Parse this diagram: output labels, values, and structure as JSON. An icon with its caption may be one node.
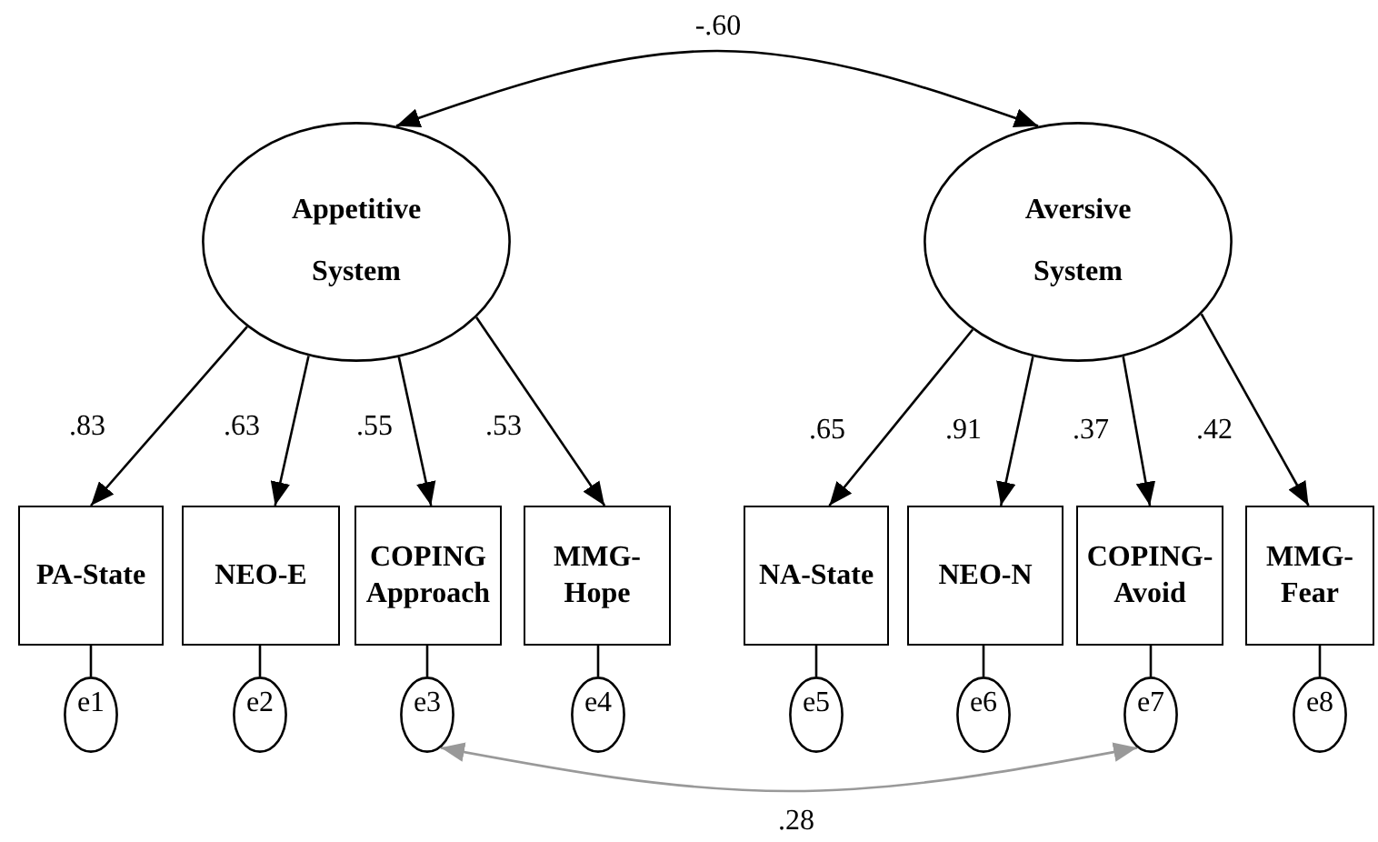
{
  "diagram": {
    "nodes": [
      {
        "text": [
          "Appetitive System"
        ]
      },
      {
        "text": [
          "Aversive System"
        ]
      },
      {
        "text": [
          "PA-State"
        ]
      },
      {
        "text": [
          "NEO-E"
        ]
      },
      {
        "text": [
          "COPING Approach"
        ]
      },
      {
        "text": [
          "MMG-Hope"
        ]
      },
      {
        "text": [
          "NA-State"
        ]
      },
      {
        "text": [
          "NEO-N"
        ]
      },
      {
        "text": [
          "COPING-Avoid"
        ]
      },
      {
        "text": [
          "MMG-Fear"
        ]
      },
      {
        "text": [
          "e1"
        ]
      },
      {
        "text": [
          "e2"
        ]
      },
      {
        "text": [
          "e3"
        ]
      },
      {
        "text": [
          "e4"
        ]
      },
      {
        "text": [
          "e5"
        ]
      },
      {
        "text": [
          "e6"
        ]
      },
      {
        "text": [
          "e7"
        ]
      },
      {
        "text": [
          "e8"
        ]
      }
    ],
    "edges": [
      {
        "from": 0,
        "to": 1,
        "arrow": "both",
        "label": "-.60"
      },
      {
        "from": 0,
        "to": 2,
        "arrow": "to",
        "label": ".83"
      },
      {
        "from": 0,
        "to": 3,
        "arrow": "to",
        "label": ".63"
      },
      {
        "from": 0,
        "to": 4,
        "arrow": "to",
        "label": ".55"
      },
      {
        "from": 0,
        "to": 5,
        "arrow": "to",
        "label": ".53"
      },
      {
        "from": 1,
        "to": 6,
        "arrow": "to",
        "label": ".65"
      },
      {
        "from": 1,
        "to": 7,
        "arrow": "to",
        "label": ".91"
      },
      {
        "from": 1,
        "to": 8,
        "arrow": "to",
        "label": ".37"
      },
      {
        "from": 1,
        "to": 9,
        "arrow": "to",
        "label": ".42"
      },
      {
        "from": 10,
        "to": 2,
        "arrow": "none"
      },
      {
        "from": 11,
        "to": 3,
        "arrow": "none"
      },
      {
        "from": 12,
        "to": 4,
        "arrow": "none"
      },
      {
        "from": 13,
        "to": 5,
        "arrow": "none"
      },
      {
        "from": 14,
        "to": 6,
        "arrow": "none"
      },
      {
        "from": 15,
        "to": 7,
        "arrow": "none"
      },
      {
        "from": 16,
        "to": 8,
        "arrow": "none"
      },
      {
        "from": 17,
        "to": 9,
        "arrow": "none"
      },
      {
        "from": 12,
        "to": 16,
        "arrow": "both",
        "label": ".28",
        "color": "#999999"
      }
    ]
  }
}
